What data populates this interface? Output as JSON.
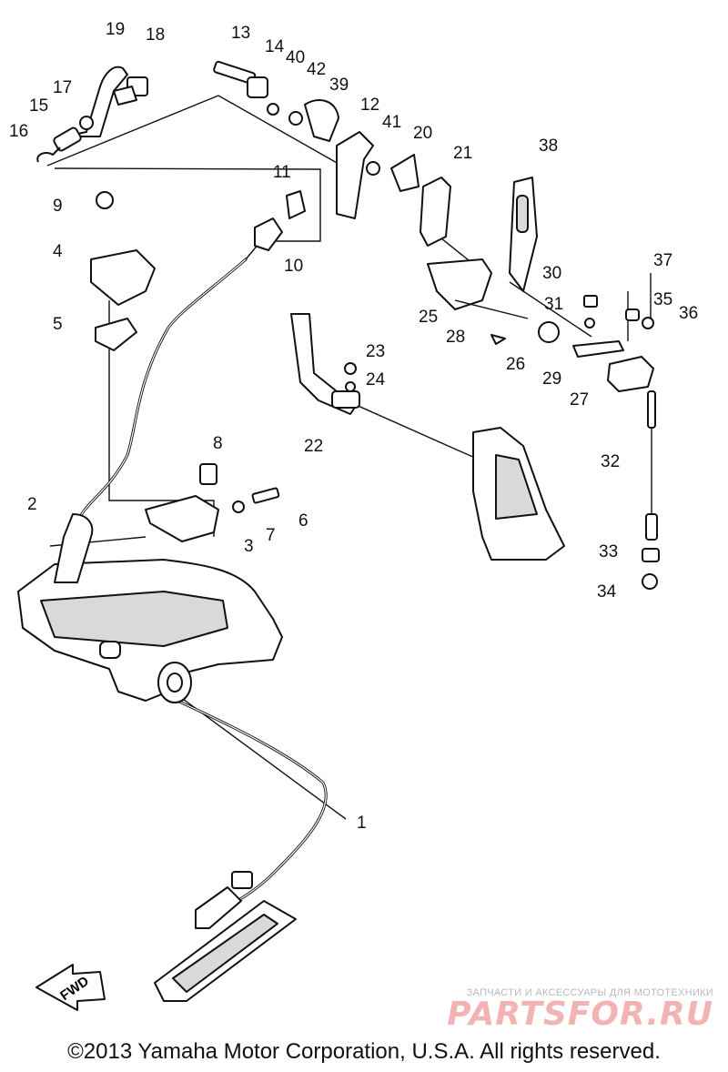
{
  "diagram": {
    "callouts": [
      "1",
      "2",
      "3",
      "4",
      "5",
      "6",
      "7",
      "8",
      "9",
      "10",
      "11",
      "12",
      "13",
      "14",
      "15",
      "16",
      "17",
      "18",
      "19",
      "20",
      "21",
      "22",
      "23",
      "24",
      "25",
      "26",
      "27",
      "28",
      "29",
      "30",
      "31",
      "32",
      "33",
      "34",
      "35",
      "36",
      "37",
      "38",
      "39",
      "40",
      "41",
      "42"
    ],
    "fwd_label": "FWD"
  },
  "watermark": {
    "tagline": "ЗАПЧАСТИ И АКСЕССУАРЫ ДЛЯ МОТОТЕХНИКИ",
    "logo": "PARTSFOR.RU"
  },
  "footer": {
    "copyright": "©2013 Yamaha Motor Corporation, U.S.A. All rights reserved."
  }
}
